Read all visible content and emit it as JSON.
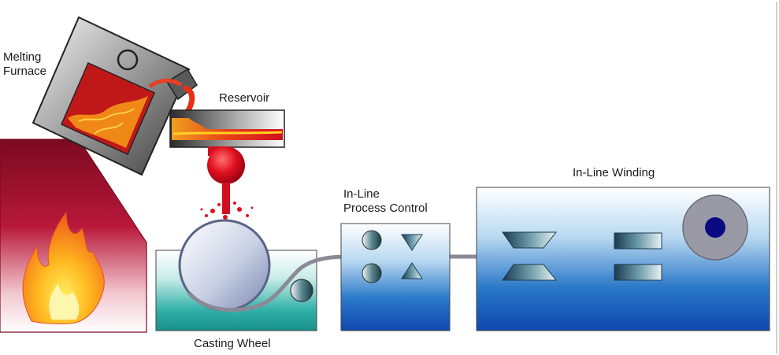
{
  "labels": {
    "melting_furnace_line1": "Melting",
    "melting_furnace_line2": "Furnace",
    "reservoir": "Reservoir",
    "inline_process_control_line1": "In-Line",
    "inline_process_control_line2": "Process Control",
    "inline_winding": "In-Line Winding",
    "casting_wheel": "Casting Wheel"
  },
  "colors": {
    "steel_dark": "#3a3a3a",
    "steel_light": "#f2f2f2",
    "molten_red": "#d81020",
    "molten_orange": "#f07818",
    "molten_yellow": "#ffd020",
    "furnace_brick": "#a0102a",
    "water_blue": "#1860c0",
    "water_teal": "#20a8a0",
    "wire_gray": "#8a8a96",
    "spool_core": "#0a0a80"
  },
  "icons": {
    "flame": "flame-icon",
    "roller": "roller-icon",
    "spool": "spool-icon"
  }
}
